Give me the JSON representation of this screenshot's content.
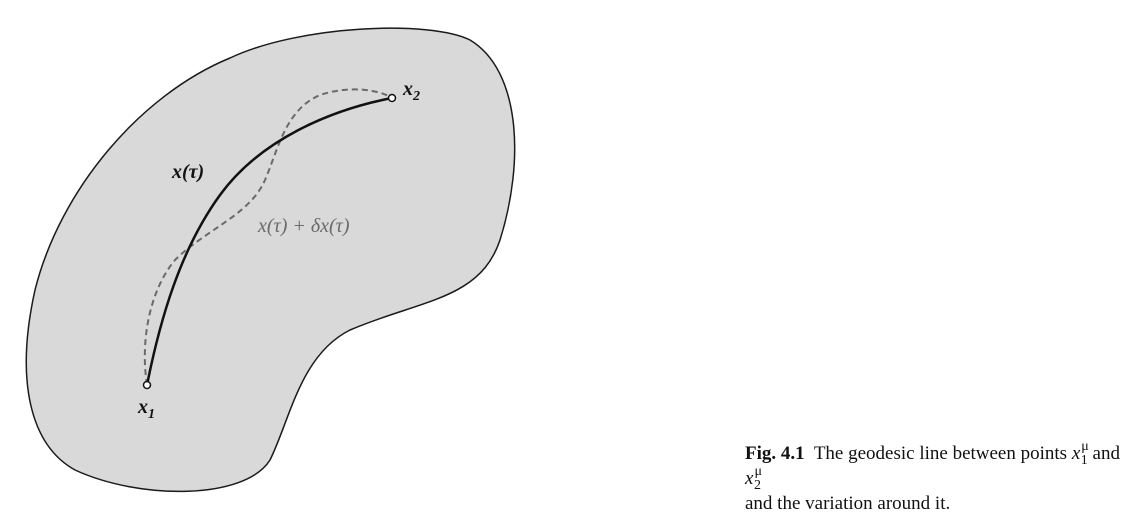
{
  "diagram": {
    "label_x1": "x",
    "label_x1_sub": "1",
    "label_x2": "x",
    "label_x2_sub": "2",
    "label_path": "x(τ)",
    "label_varied": "x(τ) + δx(τ)",
    "colors": {
      "region_fill": "#d9d9d9",
      "outline": "#1a1a1a",
      "geodesic": "#111111",
      "variation": "#6a6a6a",
      "varied_label": "#6a6a6a"
    }
  },
  "caption": {
    "fig_number": "Fig. 4.1",
    "text_before": "The geodesic line between points",
    "point_symbol": "x",
    "superscript": "μ",
    "sub_1": "1",
    "conjunction": "and",
    "sub_2": "2",
    "text_line2": "and the variation around it."
  }
}
